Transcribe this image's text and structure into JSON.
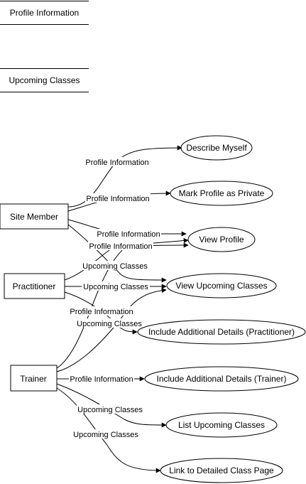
{
  "data_stores": [
    "Profile Information",
    "Upcoming Classes"
  ],
  "actors": [
    "Site Member",
    "Practitioner",
    "Trainer"
  ],
  "use_cases": [
    "Describe Myself",
    "Mark Profile as Private",
    "View Profile",
    "View Upcoming Classes",
    "Include Additional Details (Practitioner)",
    "Include Additional Details (Trainer)",
    "List Upcoming Classes",
    "Link to Detailed Class Page"
  ],
  "flows": [
    {
      "from": "Site Member",
      "to": "Describe Myself",
      "label": "Profile Information"
    },
    {
      "from": "Site Member",
      "to": "Mark Profile as Private",
      "label": "Profile Information"
    },
    {
      "from": "Site Member",
      "to": "View Profile",
      "label": "Profile Information"
    },
    {
      "from": "Site Member",
      "to": "View Upcoming Classes",
      "label": "Upcoming Classes"
    },
    {
      "from": "Practitioner",
      "to": "View Profile",
      "label": "Profile Information"
    },
    {
      "from": "Practitioner",
      "to": "View Upcoming Classes",
      "label": "Upcoming Classes"
    },
    {
      "from": "Practitioner",
      "to": "Include Additional Details (Practitioner)",
      "label": "Upcoming Classes"
    },
    {
      "from": "Trainer",
      "to": "View Profile",
      "label": "Profile Information"
    },
    {
      "from": "Trainer",
      "to": "View Upcoming Classes",
      "label": "Upcoming Classes"
    },
    {
      "from": "Trainer",
      "to": "Include Additional Details (Trainer)",
      "label": "Profile Information"
    },
    {
      "from": "Trainer",
      "to": "List Upcoming Classes",
      "label": "Upcoming Classes"
    },
    {
      "from": "Trainer",
      "to": "Link to Detailed Class Page",
      "label": "Upcoming Classes"
    }
  ]
}
